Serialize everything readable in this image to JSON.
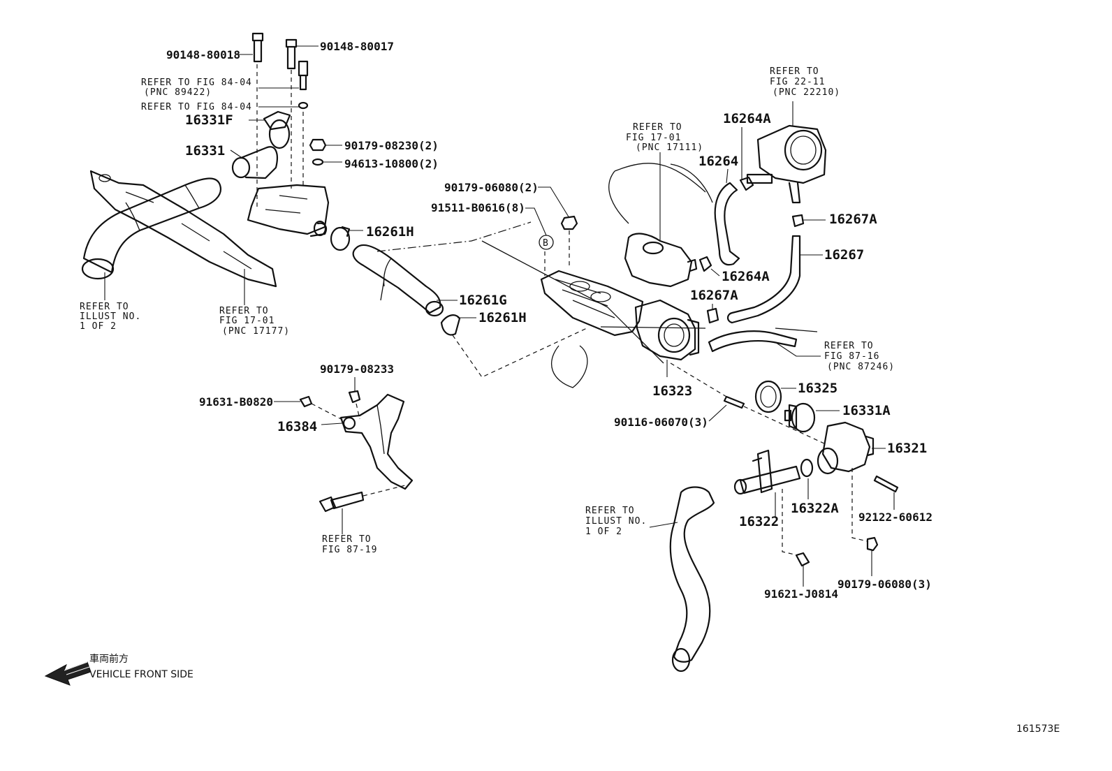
{
  "labels": {
    "p_90148_80018": "90148-80018",
    "p_90148_80017": "90148-80017",
    "ref_84_04_a1": "REFER TO FIG 84-04",
    "ref_84_04_a2": "(PNC 89422)",
    "ref_84_04_b": "REFER TO FIG 84-04",
    "p_16331F": "16331F",
    "p_16331": "16331",
    "p_90179_08230": "90179-08230(2)",
    "p_94613_10800": "94613-10800(2)",
    "p_16261H_a": "16261H",
    "p_16261G": "16261G",
    "p_16261H_b": "16261H",
    "ref_illust_l1": "REFER TO",
    "ref_illust_l2": "ILLUST NO.",
    "ref_illust_l3": "1 OF 2",
    "ref_17177_1": "REFER TO",
    "ref_17177_2": "FIG 17-01",
    "ref_17177_3": "(PNC 17177)",
    "p_90179_06080_2": "90179-06080(2)",
    "p_91511_B0616": "91511-B0616(8)",
    "callout_b": "B",
    "ref_17111_1": "REFER TO",
    "ref_17111_2": "FIG 17-01",
    "ref_17111_3": "(PNC 17111)",
    "p_16264A_a": "16264A",
    "p_16264": "16264",
    "p_16264A_b": "16264A",
    "ref_22210_1": "REFER TO",
    "ref_22210_2": "FIG 22-11",
    "ref_22210_3": "(PNC 22210)",
    "p_16267A_a": "16267A",
    "p_16267": "16267",
    "p_16267A_b": "16267A",
    "ref_87246_1": "REFER TO",
    "ref_87246_2": "FIG 87-16",
    "ref_87246_3": "(PNC 87246)",
    "p_16323": "16323",
    "p_90116_06070": "90116-06070(3)",
    "p_16325": "16325",
    "p_16331A": "16331A",
    "p_16321": "16321",
    "p_92122_60612": "92122-60612",
    "p_16322A": "16322A",
    "p_16322": "16322",
    "ref_illust2_l1": "REFER TO",
    "ref_illust2_l2": "ILLUST NO.",
    "ref_illust2_l3": "1 OF 2",
    "p_91621_J0814": "91621-J0814",
    "p_90179_06080_3": "90179-06080(3)",
    "p_90179_08233": "90179-08233",
    "p_91631_B0820": "91631-B0820",
    "p_16384": "16384",
    "ref_87_19_1": "REFER TO",
    "ref_87_19_2": "FIG 87-19",
    "front_jp": "車両前方",
    "front_en": "VEHICLE FRONT SIDE",
    "figure_id": "161573E"
  }
}
